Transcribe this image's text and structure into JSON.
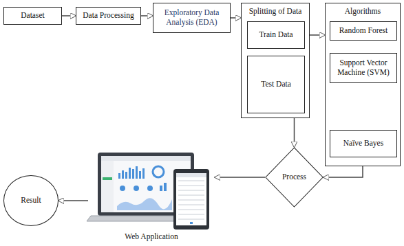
{
  "diagram": {
    "nodes": [
      {
        "text": [
          "Dataset"
        ]
      },
      {
        "text": [
          "Data Processing"
        ]
      },
      {
        "text": [
          "Exploratory Data Analysis (EDA)"
        ]
      },
      {
        "text": [
          "Splitting of Data"
        ]
      },
      {
        "text": [
          "Train Data"
        ],
        "in": 3
      },
      {
        "text": [
          "Test Data"
        ],
        "in": 3
      },
      {
        "text": [
          "Algorithms"
        ]
      },
      {
        "text": [
          "Random Forest"
        ],
        "in": 6
      },
      {
        "text": [
          "Support Vector Machine (SVM)"
        ],
        "in": 6
      },
      {
        "text": [
          "Naïve Bayes"
        ],
        "in": 6
      },
      {
        "text": [
          "Process"
        ]
      },
      {
        "text": [
          "Web Application"
        ]
      },
      {
        "text": [
          "Result"
        ]
      }
    ],
    "edges": [
      {
        "from": 0,
        "to": 1,
        "arrow": "to"
      },
      {
        "from": 1,
        "to": 2,
        "arrow": "to"
      },
      {
        "from": 2,
        "to": 3,
        "arrow": "to"
      },
      {
        "from": 3,
        "to": 6,
        "arrow": "to"
      },
      {
        "from": 5,
        "to": 10,
        "arrow": "to"
      },
      {
        "from": 6,
        "to": 10,
        "arrow": "to"
      },
      {
        "from": 10,
        "to": 11,
        "arrow": "to"
      },
      {
        "from": 11,
        "to": 12,
        "arrow": "to"
      }
    ]
  }
}
